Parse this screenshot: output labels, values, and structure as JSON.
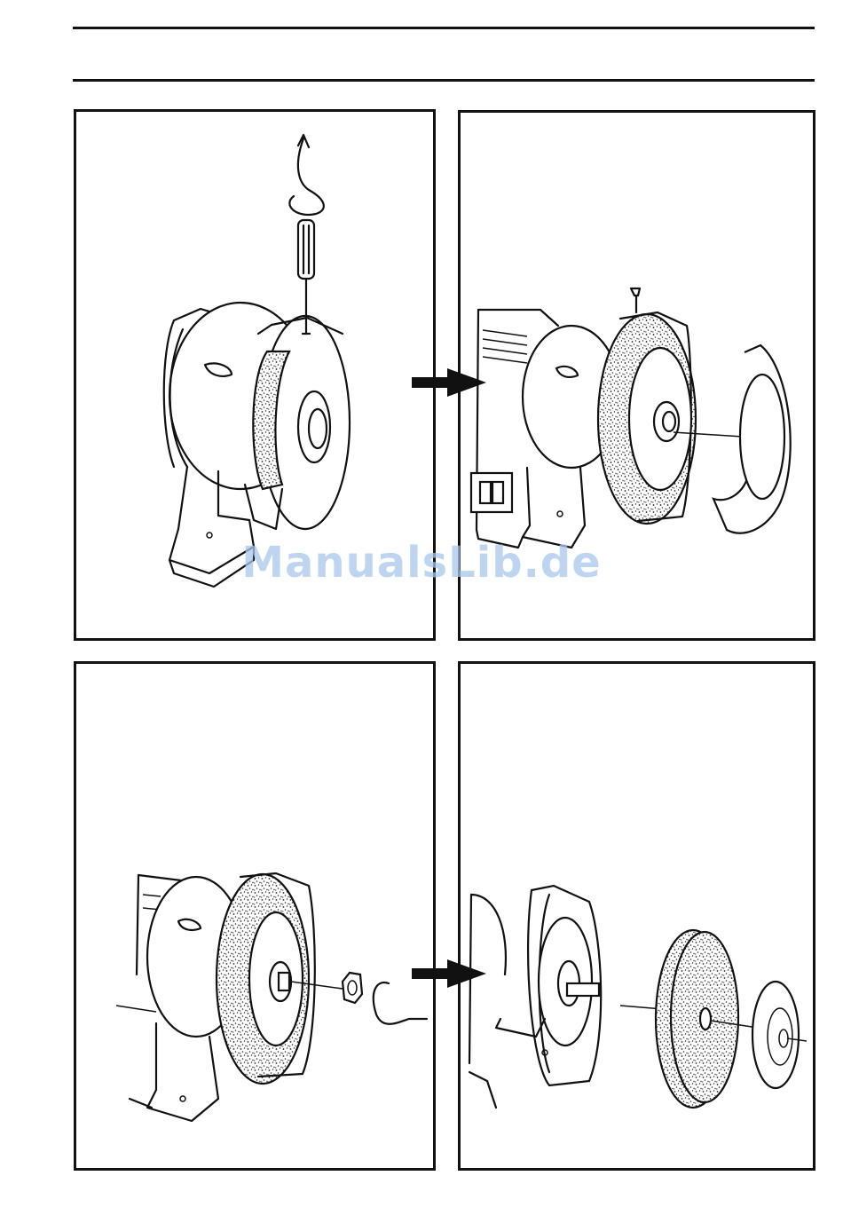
{
  "page": {
    "watermark": "ManualsLib.de"
  },
  "figures": [
    {
      "id": "fig-remove-screw",
      "icon": "screwdriver-icon"
    },
    {
      "id": "fig-remove-cover",
      "icon": "guard-cover-icon"
    },
    {
      "id": "fig-loosen-nut",
      "icon": "nut-icon"
    },
    {
      "id": "fig-remove-wheel",
      "icon": "grinding-wheel-icon"
    }
  ],
  "arrows": [
    {
      "id": "step-arrow-1",
      "icon": "right-arrow-icon"
    },
    {
      "id": "step-arrow-2",
      "icon": "right-arrow-icon"
    }
  ],
  "colors": {
    "line": "#111111",
    "watermark": "#a9c8ee"
  }
}
